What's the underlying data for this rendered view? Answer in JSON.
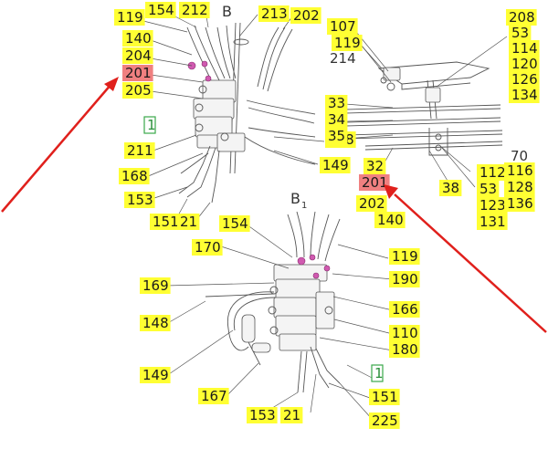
{
  "colors": {
    "label_highlight": "#ffff33",
    "target_highlight": "#f08080",
    "arrow": "#e0201c",
    "green_box": "#3aa84a",
    "line": "#555555"
  },
  "sections": [
    {
      "id": "B",
      "title": "B",
      "subscript": ""
    },
    {
      "id": "B1",
      "title": "B",
      "subscript": "1"
    }
  ],
  "labels": [
    {
      "text": "119",
      "style": "yellow",
      "target": false
    },
    {
      "text": "154",
      "style": "yellow",
      "target": false
    },
    {
      "text": "212",
      "style": "yellow",
      "target": false
    },
    {
      "text": "213",
      "style": "yellow",
      "target": false
    },
    {
      "text": "202",
      "style": "yellow",
      "target": false
    },
    {
      "text": "140",
      "style": "yellow",
      "target": false
    },
    {
      "text": "204",
      "style": "yellow",
      "target": false
    },
    {
      "text": "201",
      "style": "yellow",
      "target": true
    },
    {
      "text": "205",
      "style": "yellow",
      "target": false
    },
    {
      "text": "1",
      "style": "green-box",
      "target": false
    },
    {
      "text": "211",
      "style": "yellow",
      "target": false
    },
    {
      "text": "168",
      "style": "yellow",
      "target": false
    },
    {
      "text": "153",
      "style": "yellow",
      "target": false
    },
    {
      "text": "151",
      "style": "yellow",
      "target": false
    },
    {
      "text": "21",
      "style": "yellow",
      "target": false
    },
    {
      "text": "148",
      "style": "yellow",
      "target": false
    },
    {
      "text": "149",
      "style": "yellow",
      "target": false
    },
    {
      "text": "107",
      "style": "yellow",
      "target": false
    },
    {
      "text": "119",
      "style": "yellow",
      "target": false
    },
    {
      "text": "214",
      "style": "plain",
      "target": false
    },
    {
      "text": "208",
      "style": "yellow",
      "target": false
    },
    {
      "text": "53",
      "style": "yellow",
      "target": false
    },
    {
      "text": "114",
      "style": "yellow",
      "target": false
    },
    {
      "text": "120",
      "style": "yellow",
      "target": false
    },
    {
      "text": "126",
      "style": "yellow",
      "target": false
    },
    {
      "text": "134",
      "style": "yellow",
      "target": false
    },
    {
      "text": "33",
      "style": "yellow",
      "target": false
    },
    {
      "text": "34",
      "style": "yellow",
      "target": false
    },
    {
      "text": "35",
      "style": "yellow",
      "target": false
    },
    {
      "text": "32",
      "style": "yellow",
      "target": false
    },
    {
      "text": "201",
      "style": "yellow",
      "target": true
    },
    {
      "text": "38",
      "style": "yellow",
      "target": false
    },
    {
      "text": "70",
      "style": "plain",
      "target": false
    },
    {
      "text": "112",
      "style": "yellow",
      "target": false
    },
    {
      "text": "116",
      "style": "yellow",
      "target": false
    },
    {
      "text": "53",
      "style": "yellow",
      "target": false
    },
    {
      "text": "128",
      "style": "yellow",
      "target": false
    },
    {
      "text": "123",
      "style": "yellow",
      "target": false
    },
    {
      "text": "136",
      "style": "yellow",
      "target": false
    },
    {
      "text": "131",
      "style": "yellow",
      "target": false
    },
    {
      "text": "202",
      "style": "yellow",
      "target": false
    },
    {
      "text": "140",
      "style": "yellow",
      "target": false
    },
    {
      "text": "154",
      "style": "yellow",
      "target": false
    },
    {
      "text": "170",
      "style": "yellow",
      "target": false
    },
    {
      "text": "119",
      "style": "yellow",
      "target": false
    },
    {
      "text": "190",
      "style": "yellow",
      "target": false
    },
    {
      "text": "169",
      "style": "yellow",
      "target": false
    },
    {
      "text": "148",
      "style": "yellow",
      "target": false
    },
    {
      "text": "166",
      "style": "yellow",
      "target": false
    },
    {
      "text": "110",
      "style": "yellow",
      "target": false
    },
    {
      "text": "180",
      "style": "yellow",
      "target": false
    },
    {
      "text": "149",
      "style": "yellow",
      "target": false
    },
    {
      "text": "1",
      "style": "green-box",
      "target": false
    },
    {
      "text": "167",
      "style": "yellow",
      "target": false
    },
    {
      "text": "153",
      "style": "yellow",
      "target": false
    },
    {
      "text": "21",
      "style": "yellow",
      "target": false
    },
    {
      "text": "151",
      "style": "yellow",
      "target": false
    },
    {
      "text": "225",
      "style": "yellow",
      "target": false
    }
  ]
}
